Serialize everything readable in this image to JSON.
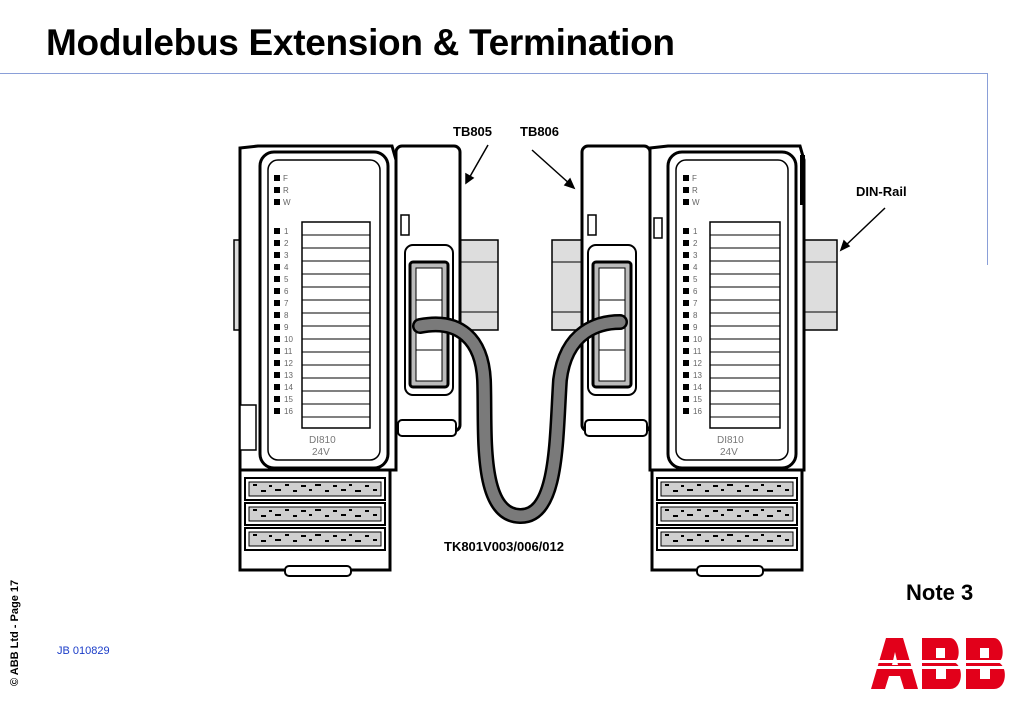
{
  "slide": {
    "title": "Modulebus Extension & Termination",
    "note": "Note 3",
    "doc_id": "JB 010829",
    "side_text": "© ABB Ltd - Page 17",
    "logo_text": "ABB"
  },
  "diagram": {
    "labels": {
      "tb805": "TB805",
      "tb806": "TB806",
      "din_rail": "DIN-Rail",
      "cable": "TK801V003/006/012"
    },
    "module": {
      "led_labels": [
        "F",
        "R",
        "W"
      ],
      "channels": [
        "1",
        "2",
        "3",
        "4",
        "5",
        "6",
        "7",
        "8",
        "9",
        "10",
        "11",
        "12",
        "13",
        "14",
        "15",
        "16"
      ],
      "model": "DI810",
      "voltage": "24V"
    }
  },
  "colors": {
    "rule": "#8a9fd8",
    "logo": "#e2001a",
    "cable": "#7a7a7a",
    "doc_id": "#1a3cc8"
  }
}
